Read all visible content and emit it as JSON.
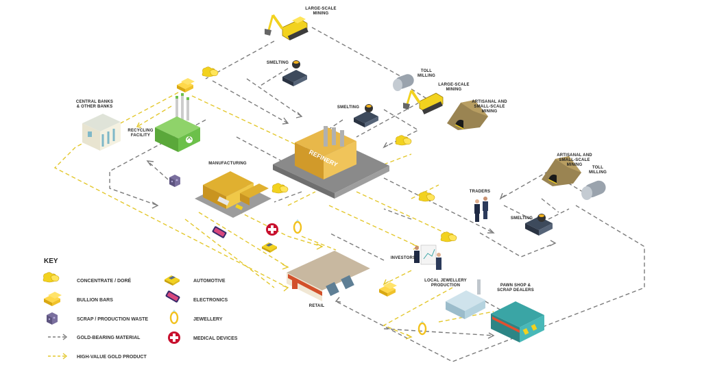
{
  "labels": {
    "large_scale_mining_top": [
      "LARGE-SCALE",
      "MINING"
    ],
    "smelting_top": "SMELTING",
    "toll_milling_top": [
      "TOLL",
      "MILLING"
    ],
    "large_scale_mining_mid": [
      "LARGE-SCALE",
      "MINING"
    ],
    "artisanal_top": [
      "ARTISANAL AND",
      "SMALL-SCALE",
      "MINING"
    ],
    "smelting_mid": "SMELTING",
    "central_banks": [
      "CENTRAL BANKS",
      "& OTHER BANKS"
    ],
    "recycling": [
      "RECYCLING",
      "FACILITY"
    ],
    "manufacturing": "MANUFACTURING",
    "refinery_sign": "REFINERY",
    "artisanal_right": [
      "ARTISANAL AND",
      "SMALL-SCALE",
      "MINING"
    ],
    "toll_milling_right": [
      "TOLL",
      "MILLING"
    ],
    "traders": "TRADERS",
    "smelting_right": "SMELTING",
    "investors": "INVESTORS",
    "local_jewellery": [
      "LOCAL JEWELLERY",
      "PRODUCTION"
    ],
    "pawn_shop": [
      "PAWN SHOP &",
      "SCRAP DEALERS"
    ],
    "retail": "RETAIL"
  },
  "key": {
    "title": "KEY",
    "items": [
      {
        "icon": "concentrate-dore-icon",
        "label": "CONCENTRATE / DORÉ"
      },
      {
        "icon": "bullion-bars-icon",
        "label": "BULLION BARS"
      },
      {
        "icon": "scrap-icon",
        "label": "SCRAP / PRODUCTION WASTE"
      },
      {
        "icon": "gray-arrow-icon",
        "label": "GOLD-BEARING MATERIAL"
      },
      {
        "icon": "yellow-arrow-icon",
        "label": "HIGH-VALUE GOLD PRODUCT"
      },
      {
        "icon": "car-icon",
        "label": "AUTOMOTIVE"
      },
      {
        "icon": "phone-icon",
        "label": "ELECTRONICS"
      },
      {
        "icon": "ring-icon",
        "label": "JEWELLERY"
      },
      {
        "icon": "medical-cross-icon",
        "label": "MEDICAL DEVICES"
      }
    ]
  },
  "colors": {
    "gold": "#f2d21f",
    "gold_dark": "#c9a20f",
    "flow_gray": "#7b7b7b",
    "flow_yellow": "#e3c72c",
    "medical_red": "#c8102e",
    "recycle_green": "#6cc04a",
    "teal": "#3aa5a5"
  }
}
